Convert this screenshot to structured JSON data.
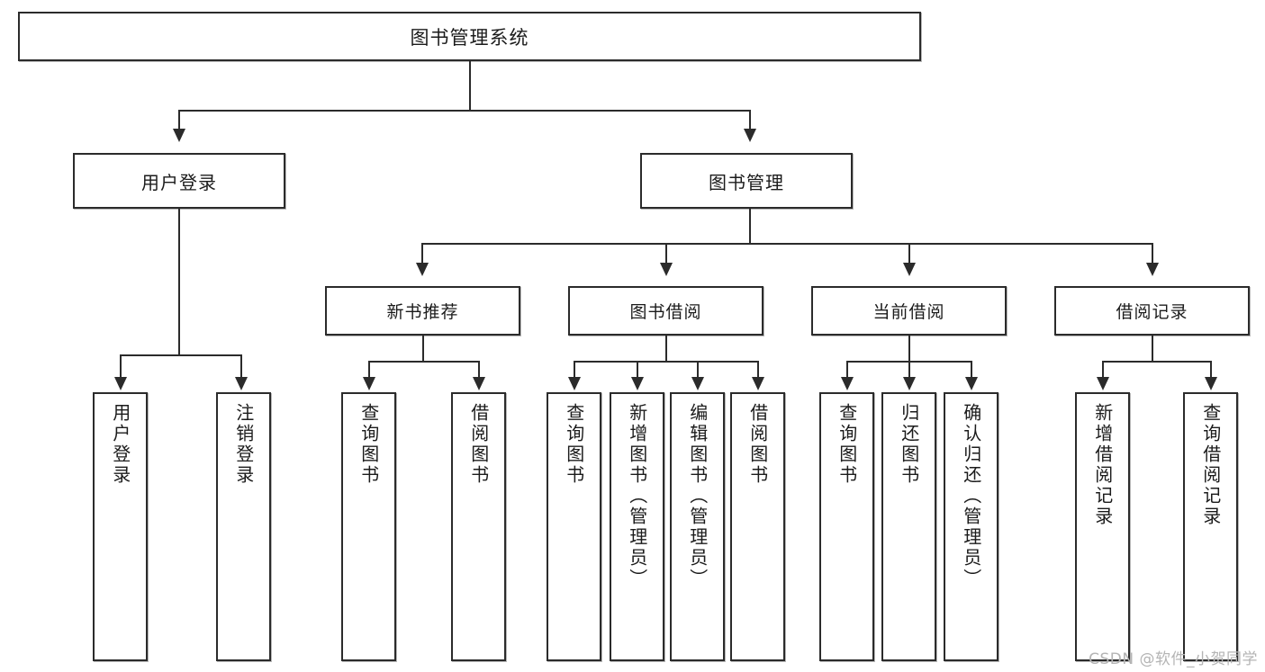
{
  "diagram": {
    "type": "tree",
    "title": "图书管理系统",
    "root": {
      "label": "图书管理系统"
    },
    "level2": [
      {
        "label": "用户登录"
      },
      {
        "label": "图书管理"
      }
    ],
    "level3": [
      {
        "label": "新书推荐"
      },
      {
        "label": "图书借阅"
      },
      {
        "label": "当前借阅"
      },
      {
        "label": "借阅记录"
      }
    ],
    "leaves": {
      "user_login": [
        {
          "label": "用户登录"
        },
        {
          "label": "注销登录"
        }
      ],
      "new_book_recommend": [
        {
          "label": "查询图书"
        },
        {
          "label": "借阅图书"
        }
      ],
      "book_borrow": [
        {
          "label": "查询图书"
        },
        {
          "label": "新增图书（管理员）"
        },
        {
          "label": "编辑图书（管理员）"
        },
        {
          "label": "借阅图书"
        }
      ],
      "current_borrow": [
        {
          "label": "查询图书"
        },
        {
          "label": "归还图书"
        },
        {
          "label": "确认归还（管理员）"
        }
      ],
      "borrow_record": [
        {
          "label": "新增借阅记录"
        },
        {
          "label": "查询借阅记录"
        }
      ]
    }
  },
  "watermark": {
    "text": "CSDN @软件_小贺同学"
  },
  "colors": {
    "border": "#2b2b2b",
    "background": "#ffffff",
    "text": "#1b1b1b",
    "watermark": "#b4b4b4"
  }
}
